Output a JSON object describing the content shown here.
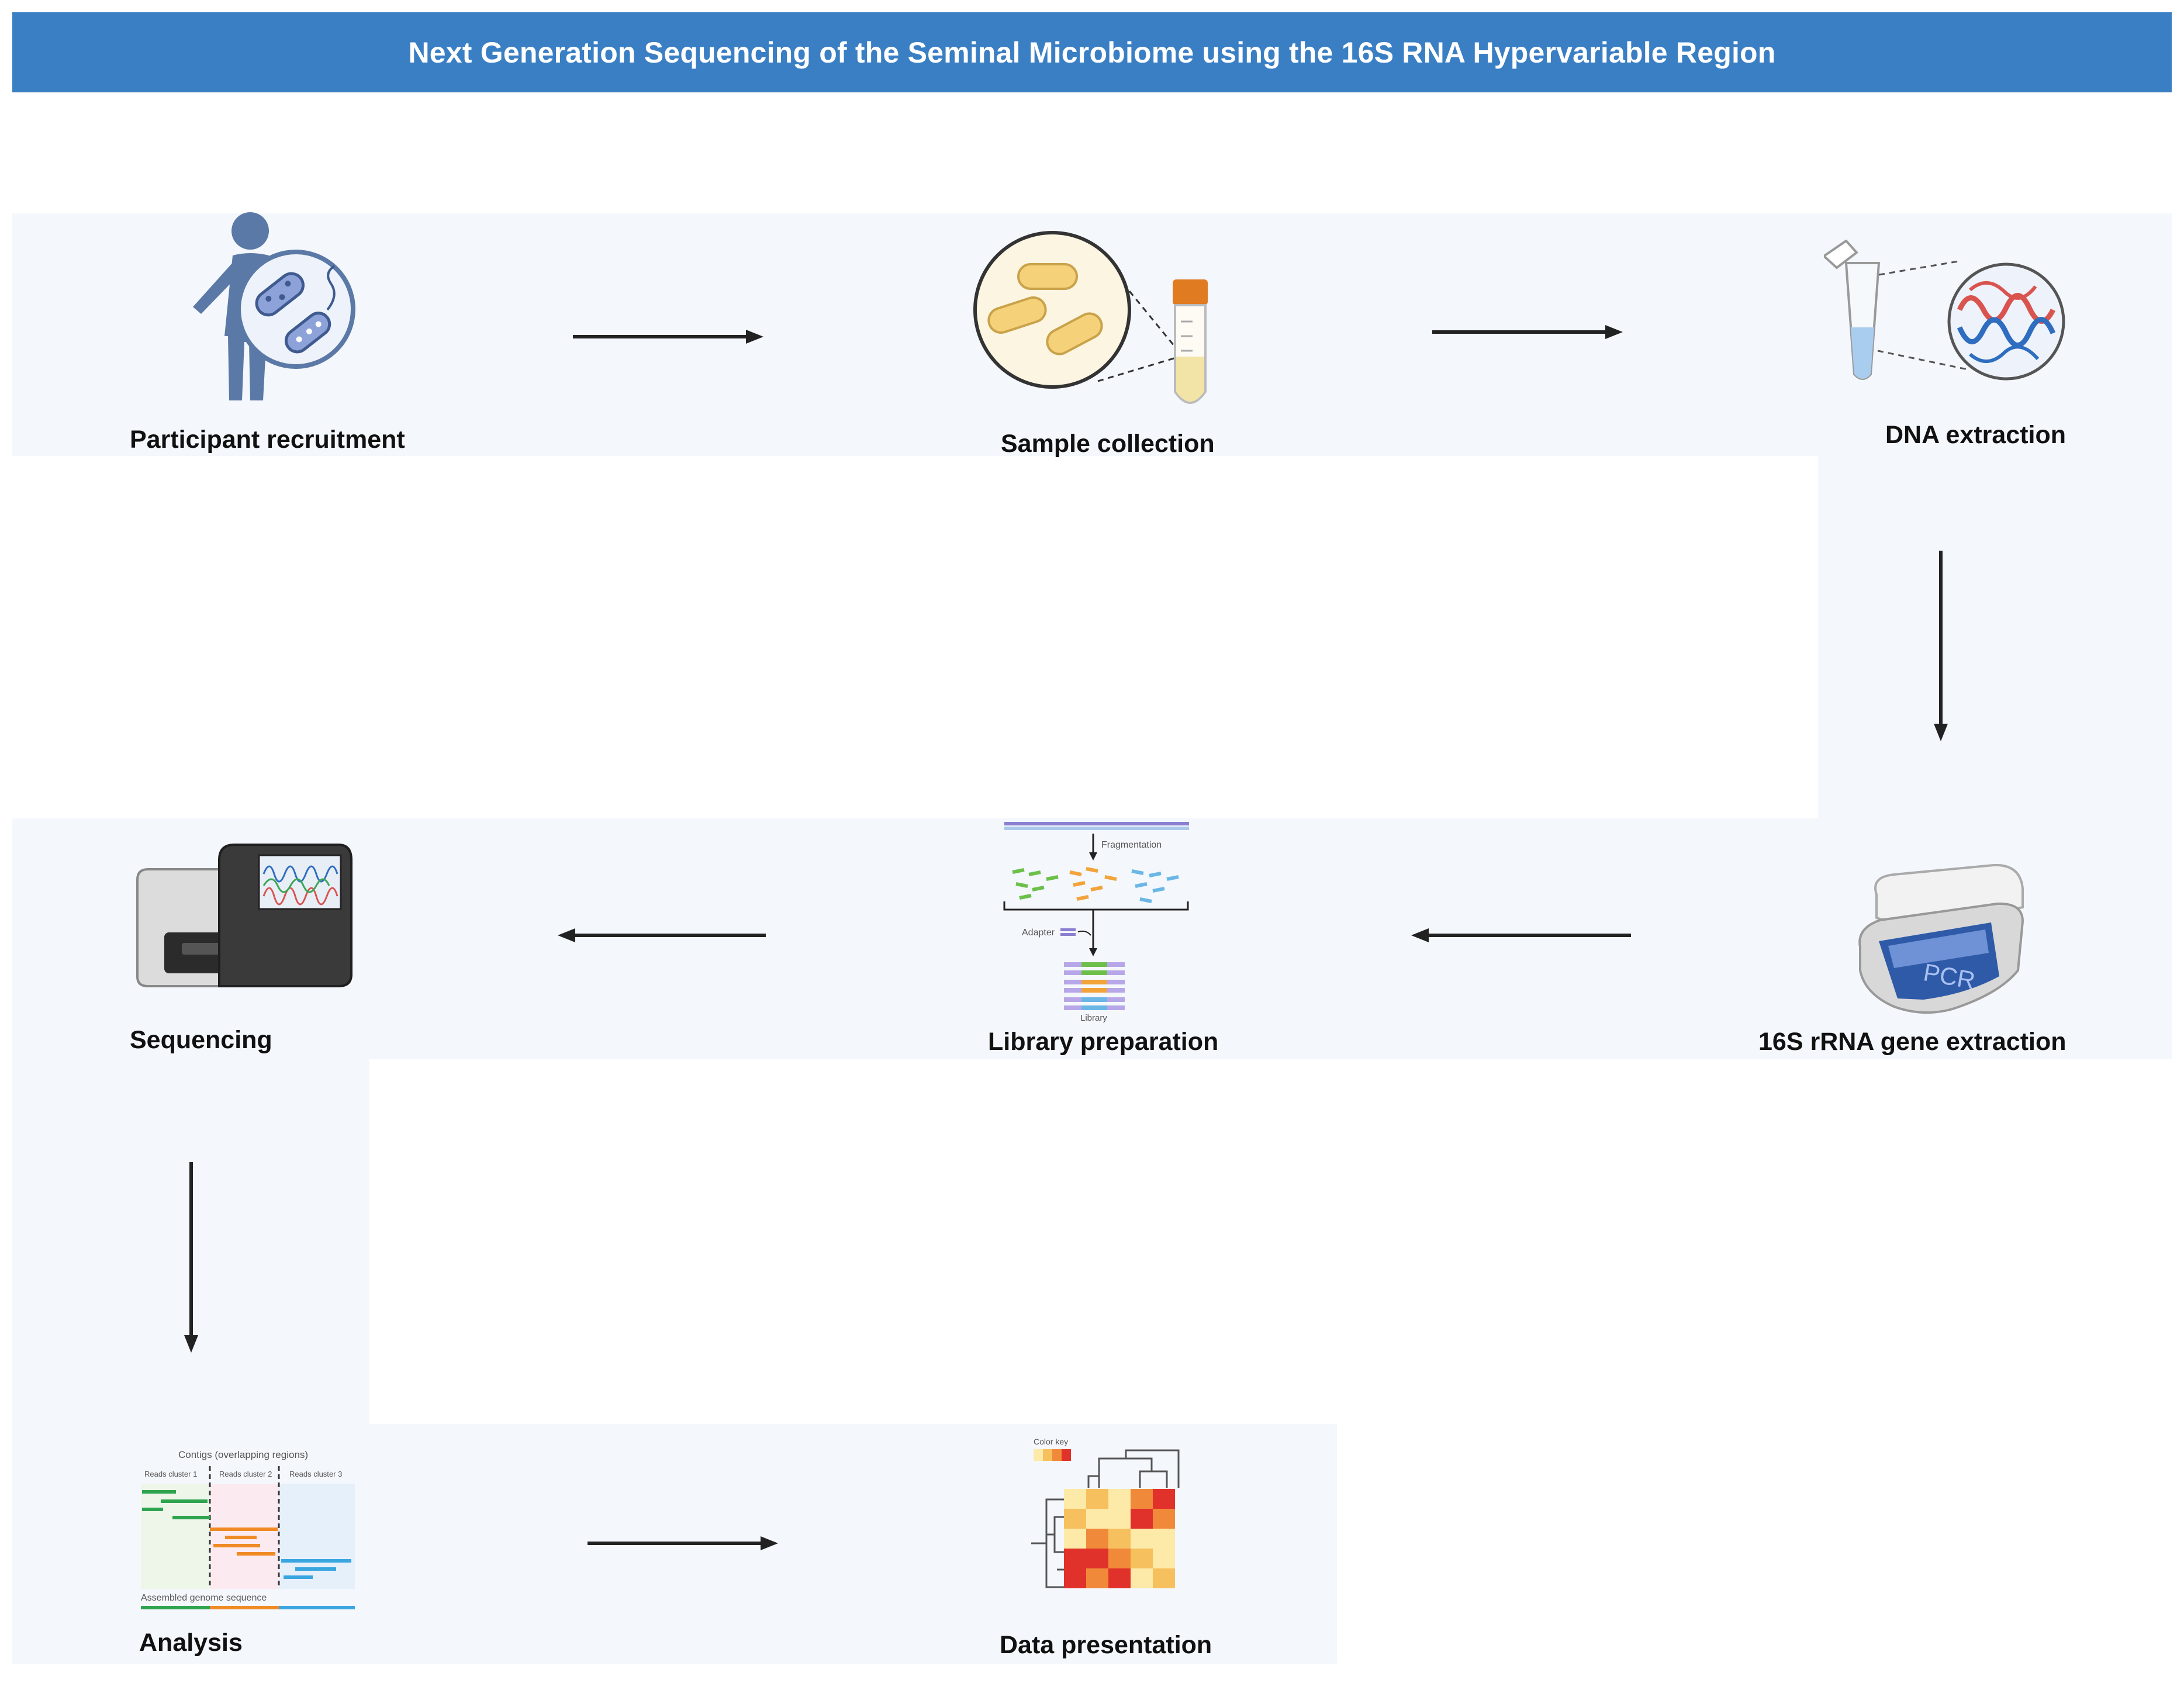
{
  "title": "Next Generation Sequencing of the Seminal Microbiome using the 16S RNA Hypervariable Region",
  "steps": {
    "participant_recruitment": "Participant recruitment",
    "sample_collection": "Sample collection",
    "dna_extraction": "DNA extraction",
    "rrna_gene_extraction": "16S rRNA gene extraction",
    "library_preparation": "Library preparation",
    "sequencing": "Sequencing",
    "analysis": "Analysis",
    "data_presentation": "Data presentation"
  },
  "icons": {
    "library_fragmentation": "Fragmentation",
    "library_adapter": "Adapter",
    "library_library": "Library",
    "pcr_screen": "PCR",
    "analysis_contigs": "Contigs (overlapping regions)",
    "analysis_cluster1": "Reads cluster 1",
    "analysis_cluster2": "Reads cluster 2",
    "analysis_cluster3": "Reads cluster 3",
    "analysis_assembled": "Assembled genome sequence",
    "heatmap_colorkey": "Color key"
  },
  "colors": {
    "title_bar": "#3a7fc4",
    "band": "#f4f7fc",
    "person": "#5b79a6",
    "bacteria": "#8da2d8",
    "tube_cap": "#e07b22",
    "heat_red": "#e0322b",
    "heat_orange": "#f2a33a",
    "heat_yellow": "#fbe7a0"
  }
}
